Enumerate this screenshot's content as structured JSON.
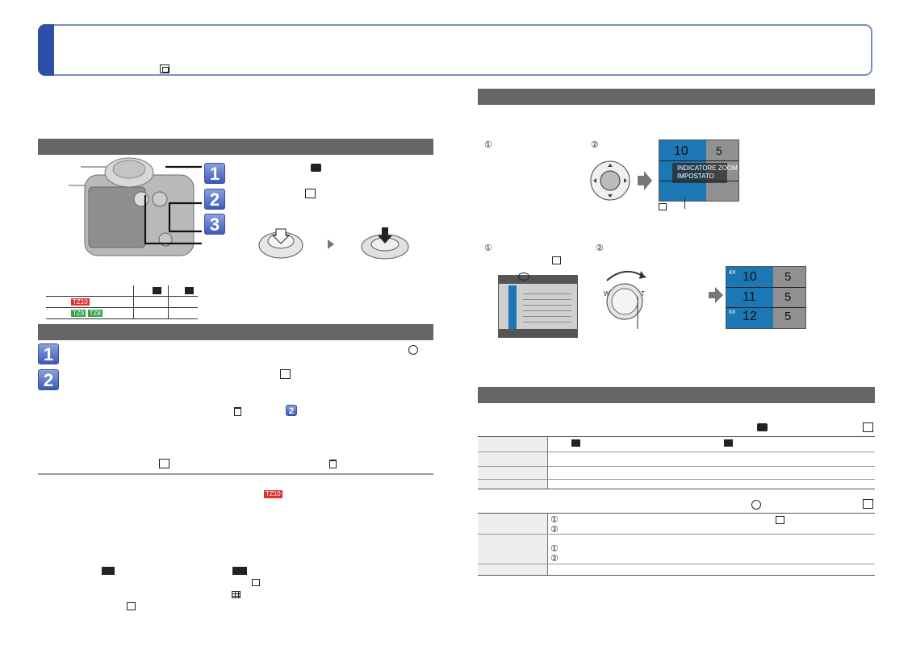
{
  "screen_right": {
    "zoom_indicator_line1": "INDICATORE ZOOM",
    "zoom_indicator_line2": "IMPOSTATO",
    "rows": [
      {
        "zoom": "4X",
        "left": "10",
        "right": "5"
      },
      {
        "zoom": "",
        "left": "11",
        "right": "5"
      },
      {
        "zoom": "6X",
        "left": "12",
        "right": "5"
      }
    ]
  },
  "circle_labels": {
    "one": "①",
    "two": "②"
  },
  "step_labels": {
    "s1": "1",
    "s2": "2",
    "s3": "3"
  },
  "tags": {
    "tz10": "TZ10",
    "tz9": "TZ9",
    "tz8": "TZ8"
  },
  "dial": {
    "w": "W",
    "t": "T"
  },
  "colors": {
    "accent": "#2d4fa8",
    "bar": "#656565",
    "screen": "#1b78b5",
    "tag_red": "#e03030",
    "tag_green": "#3aa14a"
  }
}
